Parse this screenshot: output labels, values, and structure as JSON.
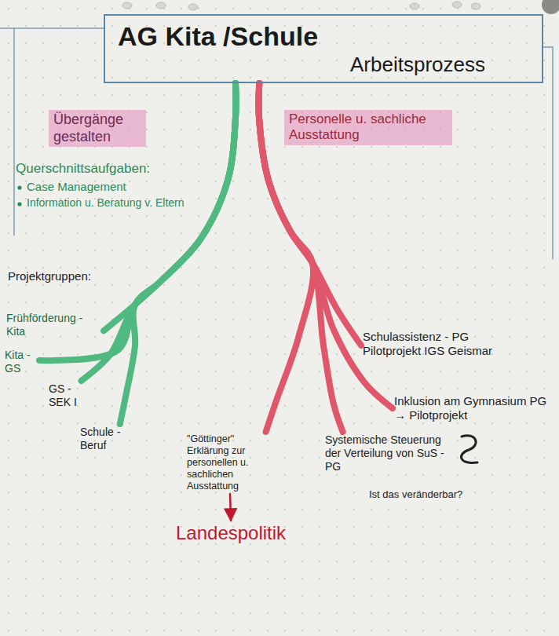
{
  "diagram": {
    "nodes": [
      {
        "text": [
          "AG Kita /Schule",
          "Arbeitsprozess"
        ]
      },
      {
        "text": [
          "Übergänge gestalten"
        ]
      },
      {
        "text": [
          "Personelle u. sachliche Ausstattung"
        ]
      },
      {
        "text": [
          "Frühförderung - Kita"
        ]
      },
      {
        "text": [
          "Kita - GS"
        ]
      },
      {
        "text": [
          "GS - SEK I"
        ]
      },
      {
        "text": [
          "Schule - Beruf"
        ]
      },
      {
        "text": [
          "\"Göttinger\" Erklärung zur personellen u. sachlichen Ausstattung"
        ]
      },
      {
        "text": [
          "Landespolitik"
        ]
      },
      {
        "text": [
          "Schulassistenz - PG Pilotprojekt IGS Geismar"
        ]
      },
      {
        "text": [
          "Inklusion am Gymnasium PG → Pilotprojekt"
        ]
      },
      {
        "text": [
          "Systemische Steuerung der Verteilung von SuS - PG"
        ]
      }
    ],
    "edges": [
      {
        "from": 0,
        "to": 3,
        "arrow": "none"
      },
      {
        "from": 0,
        "to": 4,
        "arrow": "none"
      },
      {
        "from": 0,
        "to": 5,
        "arrow": "none"
      },
      {
        "from": 0,
        "to": 6,
        "arrow": "none"
      },
      {
        "from": 0,
        "to": 7,
        "arrow": "none"
      },
      {
        "from": 0,
        "to": 9,
        "arrow": "none"
      },
      {
        "from": 0,
        "to": 10,
        "arrow": "none"
      },
      {
        "from": 0,
        "to": 11,
        "arrow": "none"
      },
      {
        "from": 7,
        "to": 8,
        "arrow": "to"
      }
    ],
    "labels": [
      "Querschnittsaufgaben:",
      "Case Management",
      "Information u. Beratung v. Eltern",
      "Projektgruppen:",
      "Ist das veränderbar?"
    ]
  }
}
